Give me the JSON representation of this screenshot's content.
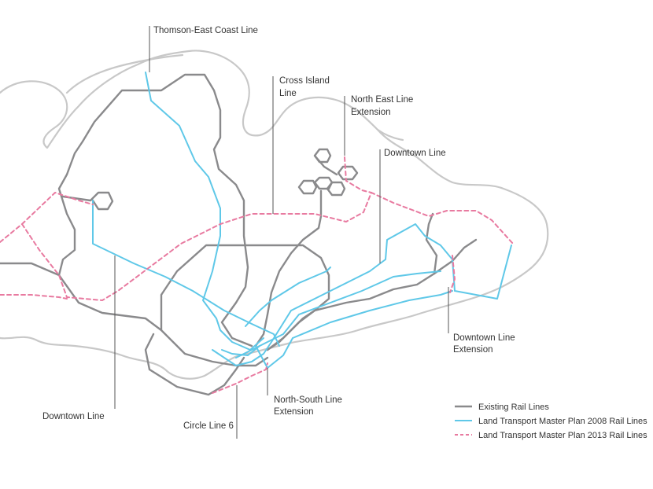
{
  "colors": {
    "coastline": "#c8c8c8",
    "existing": "#8a8a8c",
    "plan2008": "#5fc8e8",
    "plan2013": "#e87aa0",
    "leader": "#555555",
    "text": "#333333"
  },
  "labels": {
    "thomson_east_coast": "Thomson-East Coast Line",
    "cross_island_1": "Cross Island",
    "cross_island_2": "Line",
    "nel_ext_1": "North East Line",
    "nel_ext_2": "Extension",
    "downtown_ne": "Downtown Line",
    "dtl_ext_1": "Downtown Line",
    "dtl_ext_2": "Extension",
    "downtown_sw": "Downtown Line",
    "circle_line_6": "Circle Line 6",
    "nsl_ext_1": "North-South Line",
    "nsl_ext_2": "Extension"
  },
  "legend": [
    {
      "label": "Existing Rail Lines",
      "style": "existing"
    },
    {
      "label": "Land Transport Master Plan 2008 Rail Lines",
      "style": "plan2008"
    },
    {
      "label": "Land Transport Master Plan 2013 Rail Lines",
      "style": "plan2013"
    }
  ]
}
